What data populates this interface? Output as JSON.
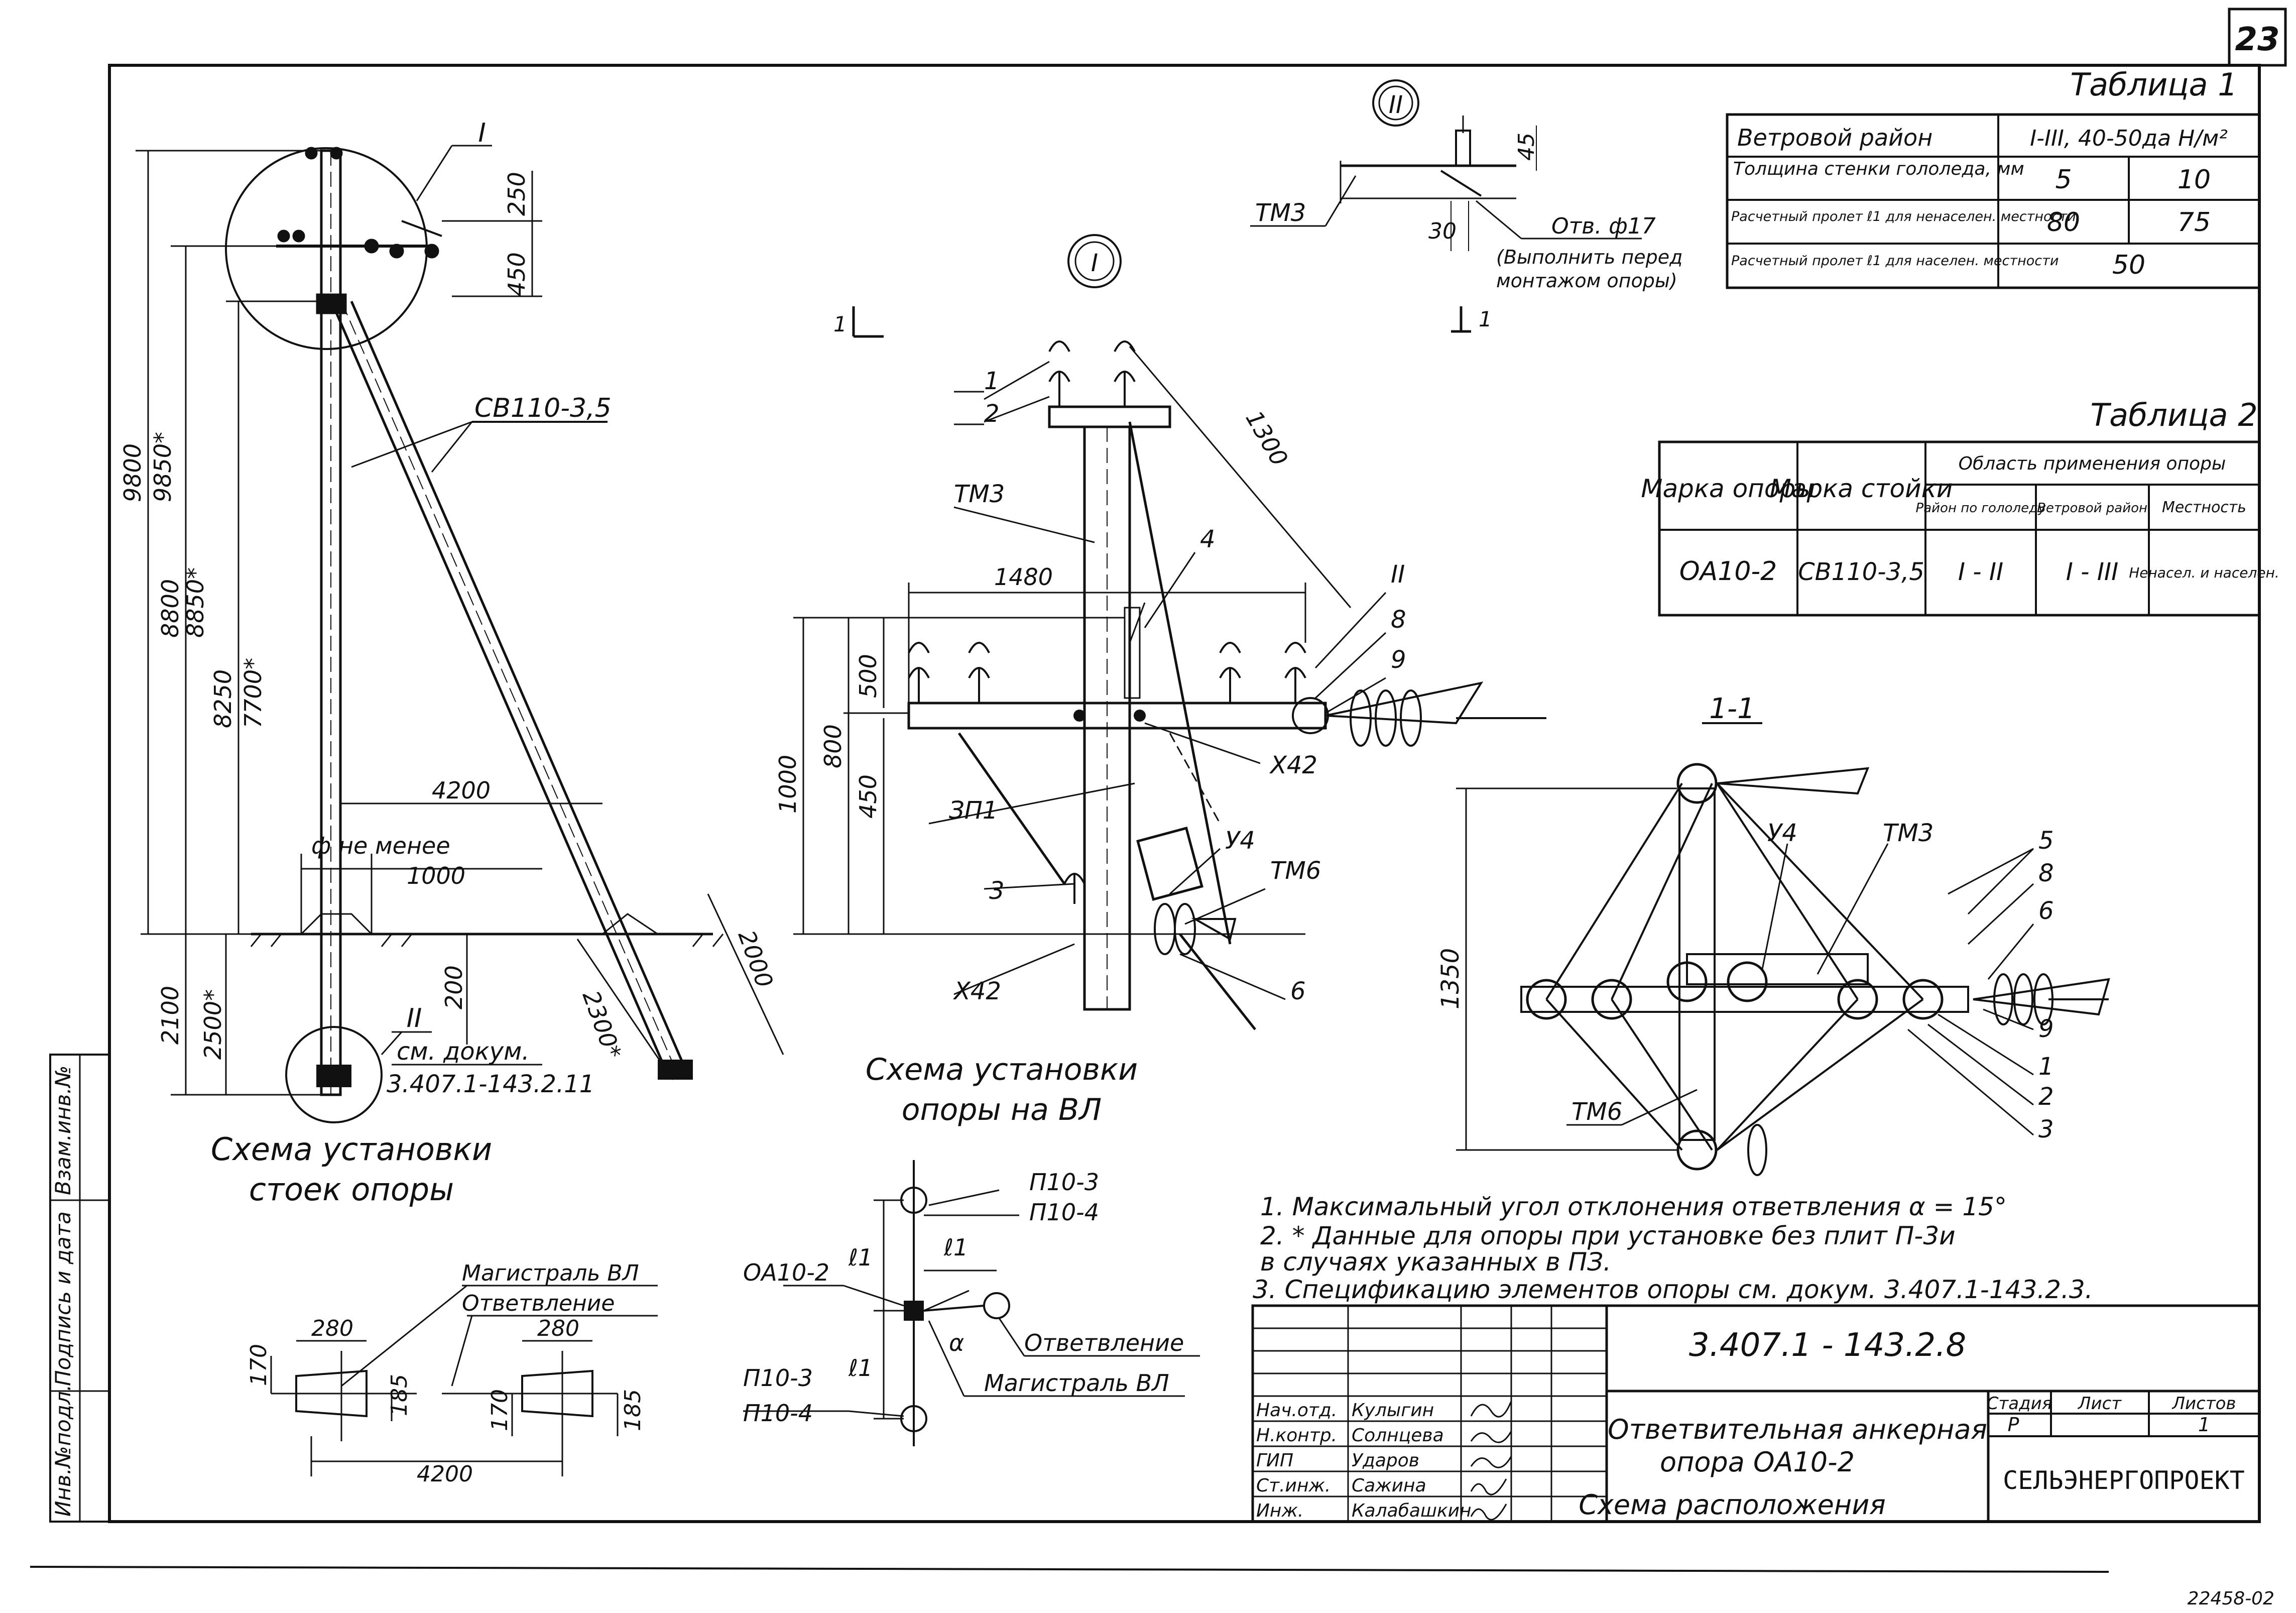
{
  "sheet_number": "23",
  "table1": {
    "caption": "Таблица 1",
    "rows": [
      {
        "label": "Ветровой район",
        "values": [
          "I-III, 40-50да Н/м²"
        ]
      },
      {
        "label": "Толщина стенки гололеда, мм",
        "values": [
          "5",
          "10"
        ]
      },
      {
        "label": "Расчетный пролет ℓ1 для ненаселен. местности",
        "values": [
          "80",
          "75"
        ]
      },
      {
        "label": "Расчетный пролет ℓ1 для населен. местности",
        "values": [
          "50"
        ]
      }
    ]
  },
  "table2": {
    "caption": "Таблица 2",
    "headers": {
      "mark_support": "Марка опоры",
      "mark_rack": "Марка стойки",
      "scope": "Область применения опоры",
      "ice_region": "Район по гололеду",
      "wind_region": "Ветровой район",
      "terrain": "Местность"
    },
    "row": {
      "mark_support": "ОА10-2",
      "mark_rack": "СВ110-3,5",
      "ice_region": "I - II",
      "wind_region": "I - III",
      "terrain": "Ненасел. и населен."
    }
  },
  "view_left": {
    "callout": "I",
    "rack_label": "СВ110-3,5",
    "dims": [
      "250",
      "450",
      "9800",
      "9850*",
      "8800",
      "8850*",
      "8250",
      "7700*",
      "4200",
      "1000",
      "200",
      "2100",
      "2500*",
      "2000",
      "2300*"
    ],
    "phi_label": "ф не менее",
    "callout_ii": "II",
    "ref_label": "см. докум.",
    "ref_doc": "3.407.1-143.2.11",
    "caption_line1": "Схема установки",
    "caption_line2": "стоек опоры"
  },
  "view_center": {
    "callout": "I",
    "section_mark": "1",
    "labels": [
      "1",
      "2",
      "ТМ3",
      "4",
      "ЗП1",
      "3",
      "Х42",
      "У4",
      "ТМ6",
      "Х42",
      "6",
      "II",
      "8",
      "9"
    ],
    "dims": [
      "1300",
      "1480",
      "500",
      "800",
      "1000",
      "450"
    ],
    "caption_line1": "Схема установки",
    "caption_line2": "опоры на ВЛ"
  },
  "detail_ii": {
    "callout": "II",
    "labels": [
      "ТМ3",
      "30",
      "45"
    ],
    "hole_label": "Отв. ф17",
    "hole_note_1": "(Выполнить перед",
    "hole_note_2": "монтажом опоры)",
    "section_mark": "1"
  },
  "section_1_1": {
    "title": "1-1",
    "dim": "1350",
    "labels": [
      "У4",
      "ТМ3",
      "5",
      "8",
      "6",
      "9",
      "1",
      "2",
      "3",
      "ТМ6"
    ]
  },
  "plan_scheme": {
    "labels": [
      "П10-3",
      "П10-4",
      "ОА10-2",
      "ℓ1",
      "ℓ1",
      "ℓ1",
      "α",
      "П10-3",
      "П10-4"
    ],
    "branch": "Ответвление",
    "mainline": "Магистраль ВЛ"
  },
  "plates": {
    "mainline": "Магистраль ВЛ",
    "branch": "Ответвление",
    "dims": [
      "280",
      "170",
      "185",
      "280",
      "170",
      "185",
      "4200"
    ]
  },
  "notes": [
    "1. Максимальный   угол  отклонения   ответвления  α = 15°",
    "2. * Данные  для  опоры  при  установке  без  плит  П-3и",
    "     в  случаях  указанных  в  ПЗ.",
    "3. Спецификацию  элементов  опоры  см.  докум.  3.407.1-143.2.3."
  ],
  "title_block": {
    "doc_code": "3.407.1 - 143.2.8",
    "title_line1": "Ответвительная анкерная",
    "title_line2": "опора  ОА10-2",
    "title_line3": "Схема расположения",
    "stage_h": "Стадия",
    "sheet_h": "Лист",
    "sheets_h": "Листов",
    "stage": "Р",
    "sheets": "1",
    "org": "СЕЛЬЭНЕРГОПРОЕКТ",
    "staff": [
      {
        "role": "Нач.отд.",
        "name": "Кулыгин"
      },
      {
        "role": "Н.контр.",
        "name": "Солнцева"
      },
      {
        "role": "ГИП",
        "name": "Ударов"
      },
      {
        "role": "Ст.инж.",
        "name": "Сажина"
      },
      {
        "role": "Инж.",
        "name": "Калабашкин"
      }
    ]
  },
  "side_stamp": [
    "Инв.№подл.",
    "Подпись и дата",
    "Взам.инв.№"
  ],
  "footer_code": "22458-02"
}
